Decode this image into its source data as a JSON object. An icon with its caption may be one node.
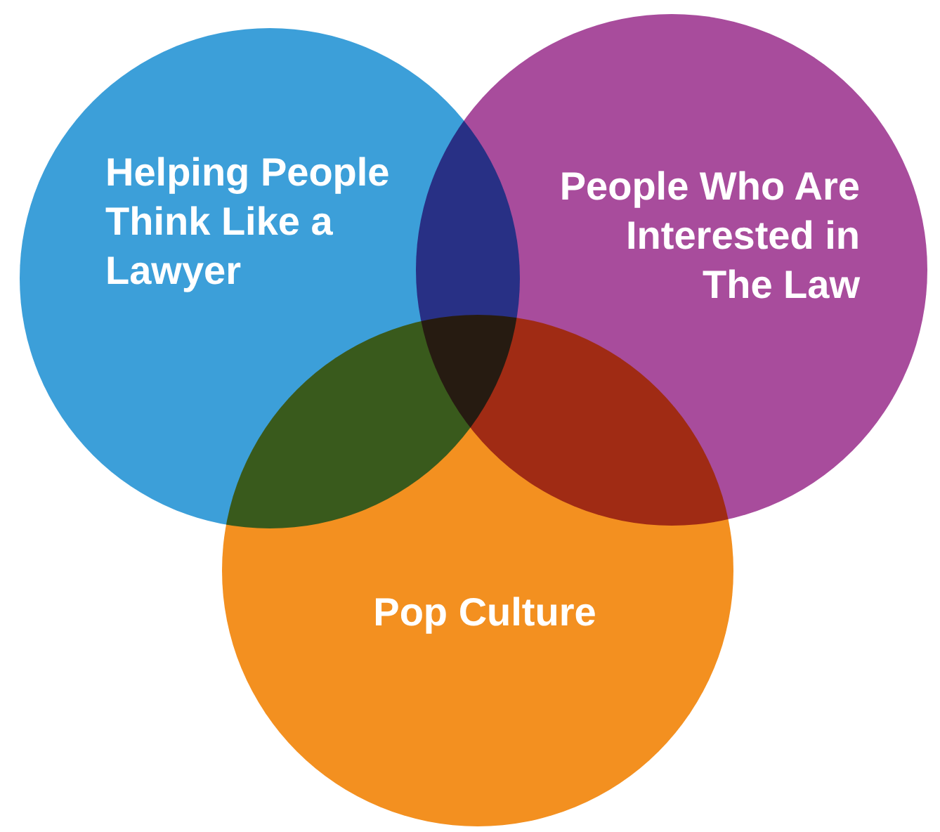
{
  "diagram": {
    "nodes": [
      {
        "text": [
          "Helping People Think Like a Lawyer"
        ]
      },
      {
        "text": [
          "People Who Are Interested in The Law"
        ]
      },
      {
        "text": [
          "Pop Culture"
        ]
      }
    ]
  }
}
